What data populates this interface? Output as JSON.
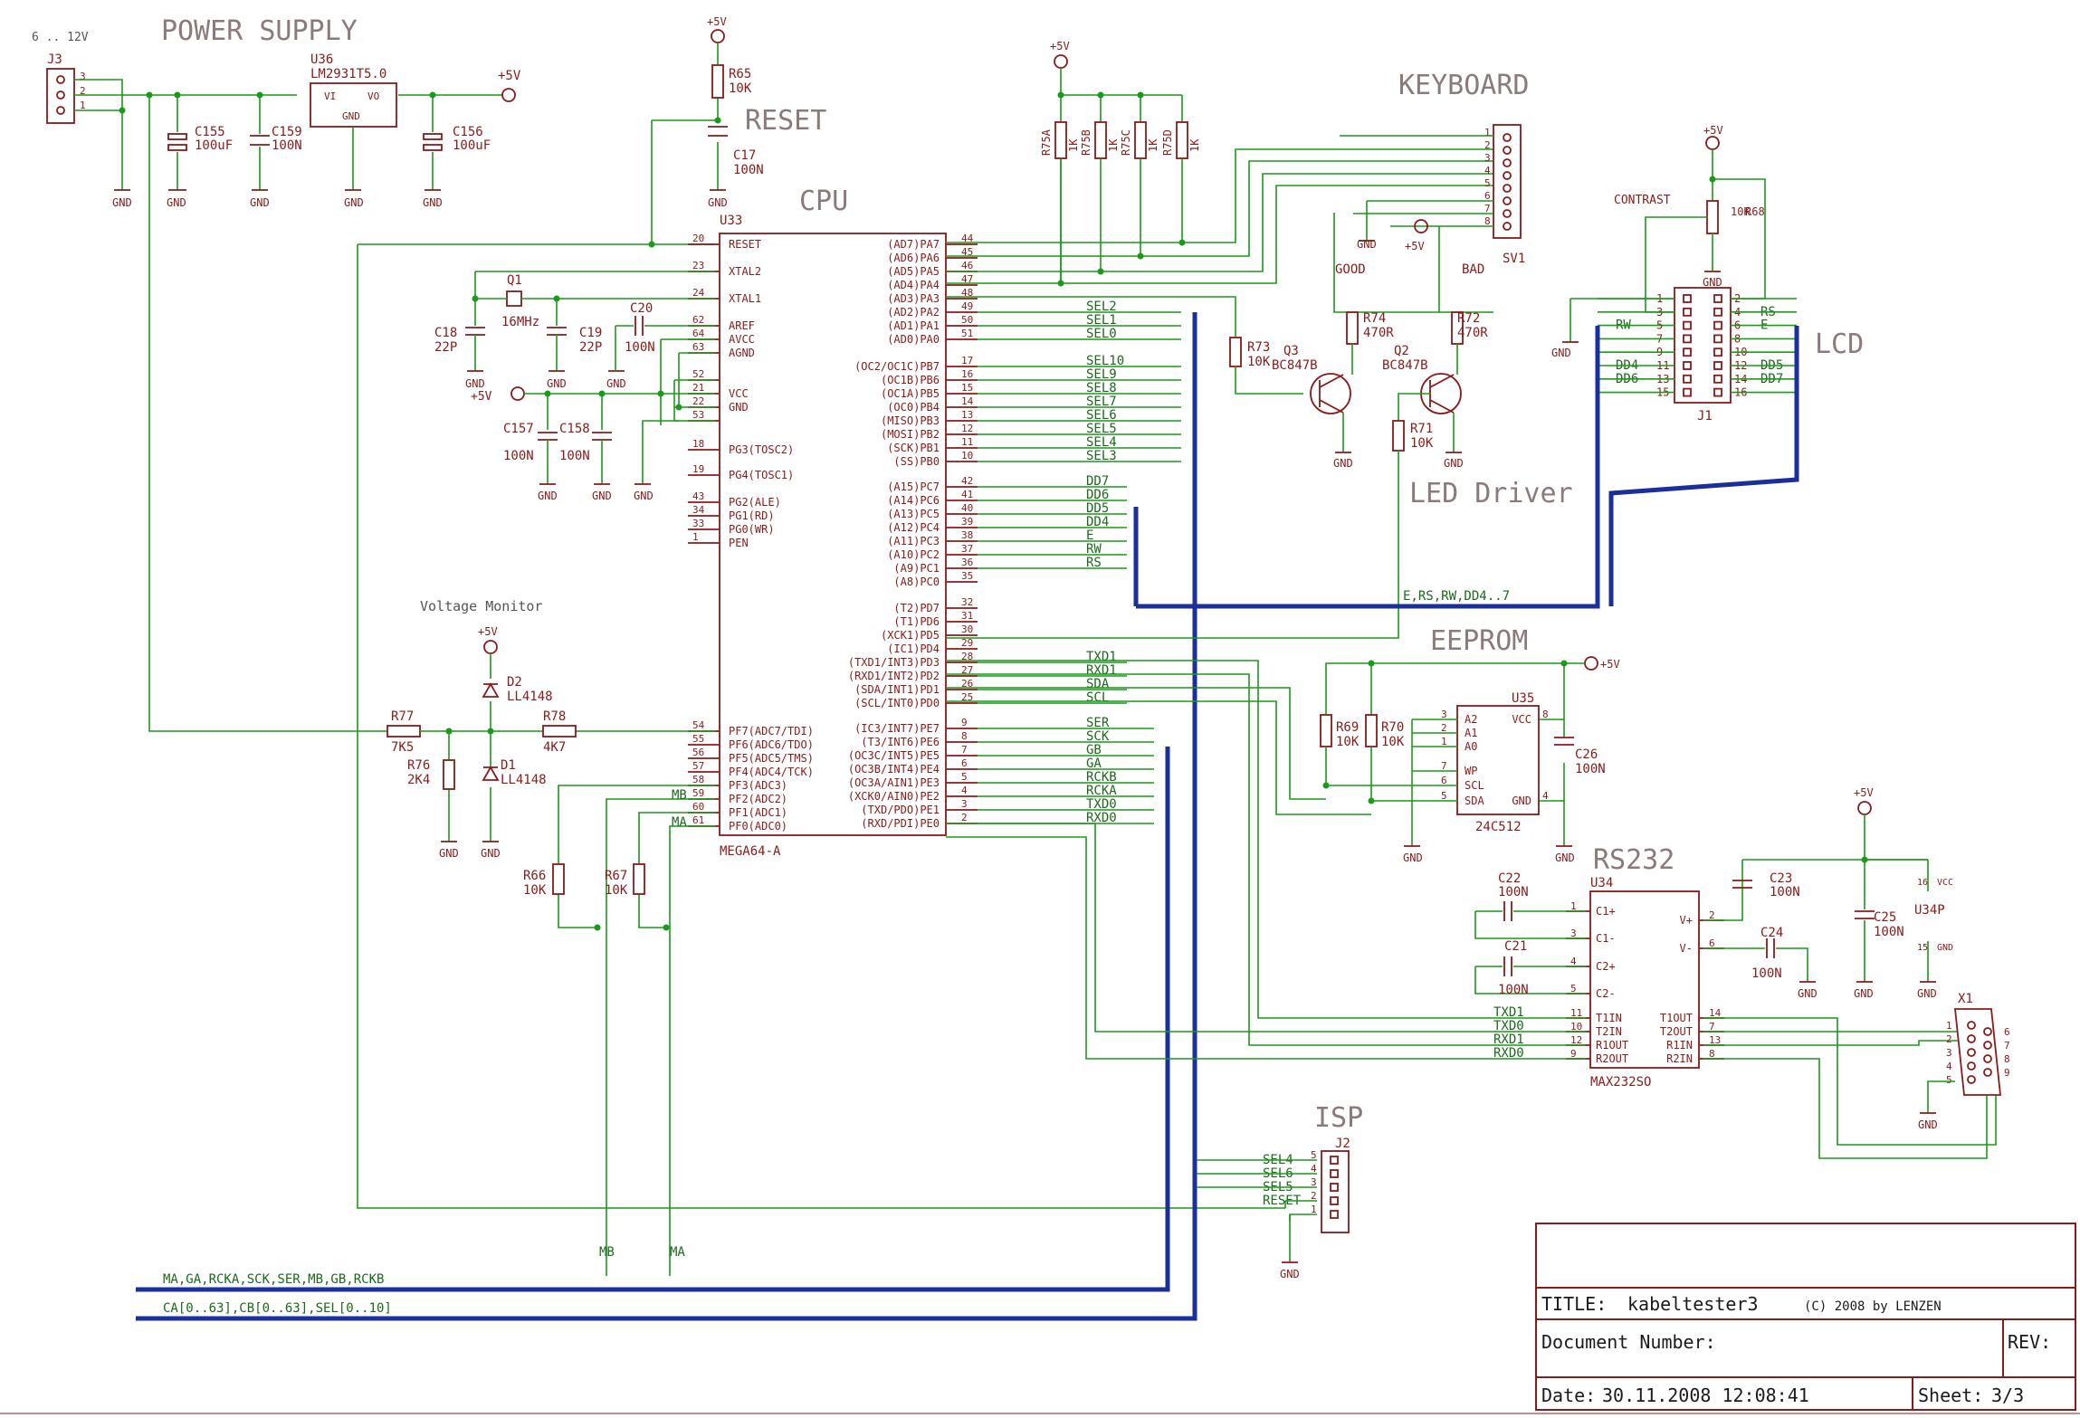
{
  "sections": {
    "power_supply": "POWER SUPPLY",
    "reset": "RESET",
    "cpu": "CPU",
    "keyboard": "KEYBOARD",
    "lcd": "LCD",
    "led_driver": "LED Driver",
    "eeprom": "EEPROM",
    "rs232": "RS232",
    "isp": "ISP",
    "voltage_monitor": "Voltage Monitor"
  },
  "supply": {
    "range": "6 .. 12V",
    "plus5v": "+5V",
    "gnd": "GND"
  },
  "components": {
    "j3": "J3",
    "u36": "U36",
    "u36_part": "LM2931T5.0",
    "c155": "C155",
    "c155_val": "100uF",
    "c159": "C159",
    "c159_val": "100N",
    "c156": "C156",
    "c156_val": "100uF",
    "r65": "R65",
    "r65_val": "10K",
    "c17": "C17",
    "c17_val": "100N",
    "u33": "U33",
    "u33_part": "MEGA64-A",
    "q1": "Q1",
    "q1_val": "16MHz",
    "c18": "C18",
    "c18_val": "22P",
    "c19": "C19",
    "c19_val": "22P",
    "c20": "C20",
    "c20_val": "100N",
    "c157": "C157",
    "c157_val": "100N",
    "c158": "C158",
    "c158_val": "100N",
    "d2": "D2",
    "d2_val": "LL4148",
    "d1": "D1",
    "d1_val": "LL4148",
    "r77": "R77",
    "r77_val": "7K5",
    "r78": "R78",
    "r78_val": "4K7",
    "r76": "R76",
    "r76_val": "2K4",
    "r66": "R66",
    "r66_val": "10K",
    "r67": "R67",
    "r67_val": "10K",
    "r75": [
      "R75A",
      "R75B",
      "R75C",
      "R75D"
    ],
    "r75_val": "1K",
    "sv1": "SV1",
    "r73": "R73",
    "r73_val": "10K",
    "q3": "Q3",
    "q3_part": "BC847B",
    "q2": "Q2",
    "q2_part": "BC847B",
    "r74": "R74",
    "r74_val": "470R",
    "r72": "R72",
    "r72_val": "470R",
    "r71": "R71",
    "r71_val": "10K",
    "good": "GOOD",
    "bad": "BAD",
    "contrast": "CONTRAST",
    "r68": "R68",
    "r68_val": "10K",
    "j1": "J1",
    "u35": "U35",
    "u35_part": "24C512",
    "r69": "R69",
    "r69_val": "10K",
    "r70": "R70",
    "r70_val": "10K",
    "c26": "C26",
    "c26_val": "100N",
    "u34": "U34",
    "u34_part": "MAX232SO",
    "u34p": "U34P",
    "c22": "C22",
    "c22_val": "100N",
    "c21": "C21",
    "c21_val": "100N",
    "c23": "C23",
    "c23_val": "100N",
    "c24": "C24",
    "c24_val": "100N",
    "c25": "C25",
    "c25_val": "100N",
    "x1": "X1",
    "j2": "J2"
  },
  "cpu_left": [
    {
      "num": "20",
      "name": "RESET"
    },
    {
      "num": "23",
      "name": "XTAL2"
    },
    {
      "num": "24",
      "name": "XTAL1"
    },
    {
      "num": "62",
      "name": "AREF"
    },
    {
      "num": "64",
      "name": "AVCC"
    },
    {
      "num": "63",
      "name": "AGND"
    },
    {
      "num": "52",
      "name": ""
    },
    {
      "num": "21",
      "name": "VCC"
    },
    {
      "num": "22",
      "name": "GND"
    },
    {
      "num": "53",
      "name": ""
    },
    {
      "num": "18",
      "name": "PG3(TOSC2)"
    },
    {
      "num": "19",
      "name": "PG4(TOSC1)"
    },
    {
      "num": "43",
      "name": "PG2(ALE)"
    },
    {
      "num": "34",
      "name": "PG1(RD)"
    },
    {
      "num": "33",
      "name": "PG0(WR)"
    },
    {
      "num": "1",
      "name": "PEN"
    },
    {
      "num": "54",
      "name": "PF7(ADC7/TDI)"
    },
    {
      "num": "55",
      "name": "PF6(ADC6/TDO)"
    },
    {
      "num": "56",
      "name": "PF5(ADC5/TMS)"
    },
    {
      "num": "57",
      "name": "PF4(ADC4/TCK)"
    },
    {
      "num": "58",
      "name": "PF3(ADC3)"
    },
    {
      "num": "59",
      "name": "PF2(ADC2)"
    },
    {
      "num": "60",
      "name": "PF1(ADC1)"
    },
    {
      "num": "61",
      "name": "PF0(ADC0)"
    }
  ],
  "cpu_right": [
    {
      "num": "44",
      "name": "(AD7)PA7",
      "net": ""
    },
    {
      "num": "45",
      "name": "(AD6)PA6",
      "net": ""
    },
    {
      "num": "46",
      "name": "(AD5)PA5",
      "net": ""
    },
    {
      "num": "47",
      "name": "(AD4)PA4",
      "net": ""
    },
    {
      "num": "48",
      "name": "(AD3)PA3",
      "net": ""
    },
    {
      "num": "49",
      "name": "(AD2)PA2",
      "net": "SEL2"
    },
    {
      "num": "50",
      "name": "(AD1)PA1",
      "net": "SEL1"
    },
    {
      "num": "51",
      "name": "(AD0)PA0",
      "net": "SEL0"
    },
    {
      "num": "17",
      "name": "(OC2/OC1C)PB7",
      "net": "SEL10"
    },
    {
      "num": "16",
      "name": "(OC1B)PB6",
      "net": "SEL9"
    },
    {
      "num": "15",
      "name": "(OC1A)PB5",
      "net": "SEL8"
    },
    {
      "num": "14",
      "name": "(OC0)PB4",
      "net": "SEL7"
    },
    {
      "num": "13",
      "name": "(MISO)PB3",
      "net": "SEL6"
    },
    {
      "num": "12",
      "name": "(MOSI)PB2",
      "net": "SEL5"
    },
    {
      "num": "11",
      "name": "(SCK)PB1",
      "net": "SEL4"
    },
    {
      "num": "10",
      "name": "(SS)PB0",
      "net": "SEL3"
    },
    {
      "num": "42",
      "name": "(A15)PC7",
      "net": "DD7"
    },
    {
      "num": "41",
      "name": "(A14)PC6",
      "net": "DD6"
    },
    {
      "num": "40",
      "name": "(A13)PC5",
      "net": "DD5"
    },
    {
      "num": "39",
      "name": "(A12)PC4",
      "net": "DD4"
    },
    {
      "num": "38",
      "name": "(A11)PC3",
      "net": "E"
    },
    {
      "num": "37",
      "name": "(A10)PC2",
      "net": "RW"
    },
    {
      "num": "36",
      "name": "(A9)PC1",
      "net": "RS"
    },
    {
      "num": "35",
      "name": "(A8)PC0",
      "net": ""
    },
    {
      "num": "32",
      "name": "(T2)PD7",
      "net": ""
    },
    {
      "num": "31",
      "name": "(T1)PD6",
      "net": ""
    },
    {
      "num": "30",
      "name": "(XCK1)PD5",
      "net": ""
    },
    {
      "num": "29",
      "name": "(IC1)PD4",
      "net": ""
    },
    {
      "num": "28",
      "name": "(TXD1/INT3)PD3",
      "net": "TXD1"
    },
    {
      "num": "27",
      "name": "(RXD1/INT2)PD2",
      "net": "RXD1"
    },
    {
      "num": "26",
      "name": "(SDA/INT1)PD1",
      "net": "SDA"
    },
    {
      "num": "25",
      "name": "(SCL/INT0)PD0",
      "net": "SCL"
    },
    {
      "num": "9",
      "name": "(IC3/INT7)PE7",
      "net": "SER"
    },
    {
      "num": "8",
      "name": "(T3/INT6)PE6",
      "net": "SCK"
    },
    {
      "num": "7",
      "name": "(OC3C/INT5)PE5",
      "net": "GB"
    },
    {
      "num": "6",
      "name": "(OC3B/INT4)PE4",
      "net": "GA"
    },
    {
      "num": "5",
      "name": "(OC3A/AIN1)PE3",
      "net": "RCKB"
    },
    {
      "num": "4",
      "name": "(XCK0/AIN0)PE2",
      "net": "RCKA"
    },
    {
      "num": "3",
      "name": "(TXD/PDO)PE1",
      "net": "TXD0"
    },
    {
      "num": "2",
      "name": "(RXD/PDI)PE0",
      "net": "RXD0"
    }
  ],
  "pf_nets": {
    "mb": "MB",
    "ma": "MA"
  },
  "eeprom_pins": [
    {
      "num": "3",
      "name": "A2"
    },
    {
      "num": "2",
      "name": "A1"
    },
    {
      "num": "1",
      "name": "A0"
    },
    {
      "num": "7",
      "name": "WP"
    },
    {
      "num": "6",
      "name": "SCL"
    },
    {
      "num": "5",
      "name": "SDA"
    },
    {
      "num": "8",
      "name": "VCC"
    },
    {
      "num": "4",
      "name": "GND"
    }
  ],
  "max232_left": [
    {
      "num": "1",
      "name": "C1+"
    },
    {
      "num": "3",
      "name": "C1-"
    },
    {
      "num": "4",
      "name": "C2+"
    },
    {
      "num": "5",
      "name": "C2-"
    },
    {
      "num": "11",
      "name": "T1IN",
      "net": "TXD1"
    },
    {
      "num": "10",
      "name": "T2IN",
      "net": "TXD0"
    },
    {
      "num": "12",
      "name": "R1OUT",
      "net": "RXD1"
    },
    {
      "num": "9",
      "name": "R2OUT",
      "net": "RXD0"
    }
  ],
  "max232_right": [
    {
      "num": "2",
      "name": "V+"
    },
    {
      "num": "6",
      "name": "V-"
    },
    {
      "num": "14",
      "name": "T1OUT"
    },
    {
      "num": "7",
      "name": "T2OUT"
    },
    {
      "num": "13",
      "name": "R1IN"
    },
    {
      "num": "8",
      "name": "R2IN"
    }
  ],
  "u34p_pins": {
    "vcc": "16",
    "vcc_name": "VCC",
    "gnd": "15",
    "gnd_name": "GND"
  },
  "j1_left": [
    {
      "num": "1",
      "net": ""
    },
    {
      "num": "3",
      "net": ""
    },
    {
      "num": "5",
      "net": "RW"
    },
    {
      "num": "7",
      "net": ""
    },
    {
      "num": "9",
      "net": ""
    },
    {
      "num": "11",
      "net": "DD4"
    },
    {
      "num": "13",
      "net": "DD6"
    },
    {
      "num": "15",
      "net": ""
    }
  ],
  "j1_right": [
    {
      "num": "2",
      "net": ""
    },
    {
      "num": "4",
      "net": "RS"
    },
    {
      "num": "6",
      "net": "E"
    },
    {
      "num": "8",
      "net": ""
    },
    {
      "num": "10",
      "net": ""
    },
    {
      "num": "12",
      "net": "DD5"
    },
    {
      "num": "14",
      "net": "DD7"
    },
    {
      "num": "16",
      "net": ""
    }
  ],
  "isp": [
    {
      "num": "5",
      "net": "SEL4"
    },
    {
      "num": "4",
      "net": "SEL6"
    },
    {
      "num": "3",
      "net": "SEL5"
    },
    {
      "num": "2",
      "net": "RESET"
    },
    {
      "num": "1",
      "net": ""
    }
  ],
  "x1_pins": {
    "left": [
      "1",
      "2",
      "3",
      "4",
      "5"
    ],
    "right": [
      "6",
      "7",
      "8",
      "9"
    ]
  },
  "buses": {
    "bus1": "MA,GA,RCKA,SCK,SER,MB,GB,RCKB",
    "bus2": "CA[0..63],CB[0..63],SEL[0..10]",
    "lcd_bus": "E,RS,RW,DD4..7"
  },
  "title_block": {
    "title_label": "TITLE:",
    "title": "kabeltester3",
    "copyright": "(C) 2008 by LENZEN",
    "doc_label": "Document Number:",
    "rev_label": "REV:",
    "date_label": "Date:",
    "date": "30.11.2008 12:08:41",
    "sheet_label": "Sheet:",
    "sheet": "3/3"
  },
  "colors": {
    "wire": "#1a9a1a",
    "bus": "#1b2f9a",
    "part": "#8b1a1a",
    "title": "#8b7a7a"
  }
}
